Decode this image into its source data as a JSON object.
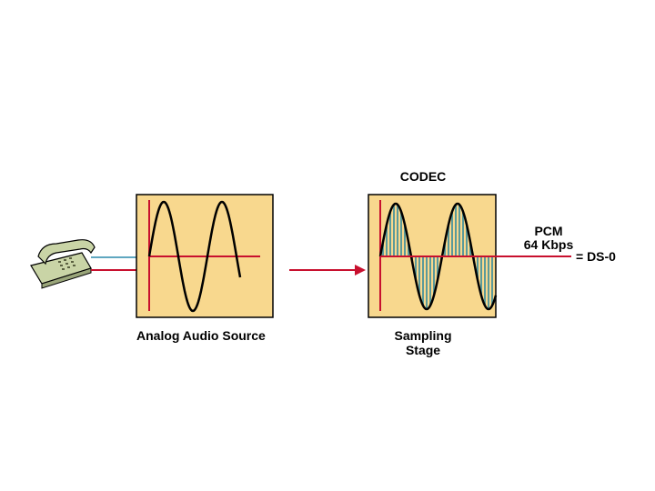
{
  "labels": {
    "codec": "CODEC",
    "analog_source": "Analog Audio Source",
    "sampling_line1": "Sampling",
    "sampling_line2": "Stage",
    "pcm_line1": "PCM",
    "pcm_line2": "64 Kbps",
    "ds0": "= DS-0"
  },
  "colors": {
    "panel_fill": "#f8d88e",
    "panel_border": "#000000",
    "axis_red": "#c8102e",
    "wave": "#000000",
    "sample_teal": "#5a9a9a",
    "phone_body": "#c9d4a6",
    "phone_wire_blue": "#5fa7c0"
  }
}
